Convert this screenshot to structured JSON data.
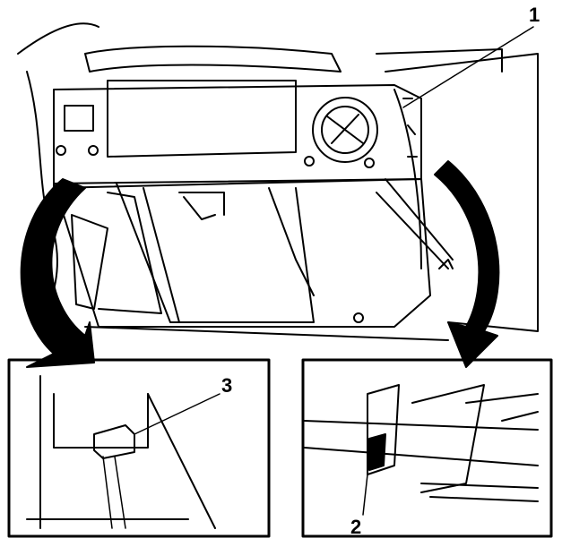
{
  "diagram": {
    "callouts": {
      "one": "1",
      "two": "2",
      "three": "3"
    },
    "colors": {
      "line": "#000000",
      "arrow_fill": "#000000",
      "background": "#ffffff"
    }
  }
}
